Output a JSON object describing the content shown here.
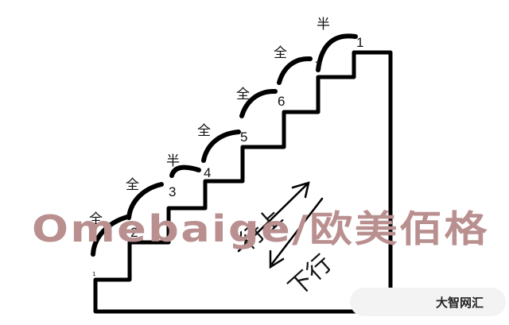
{
  "diagram": {
    "step_labels": [
      {
        "number": "2",
        "mark": "全"
      },
      {
        "number": "3",
        "mark": "全"
      },
      {
        "number": "4",
        "mark": "半"
      },
      {
        "number": "5",
        "mark": "全"
      },
      {
        "number": "6",
        "mark": "全"
      },
      {
        "number": "7",
        "mark": "全"
      },
      {
        "number": "1",
        "mark": "半"
      }
    ],
    "base_mark": "1",
    "upward_arrow_text": "行上",
    "downward_arrow_text": "下行"
  },
  "watermark": {
    "text": "Omebaige/欧美佰格",
    "color": "#b98f8f"
  },
  "badge": {
    "text": "大智网汇"
  }
}
